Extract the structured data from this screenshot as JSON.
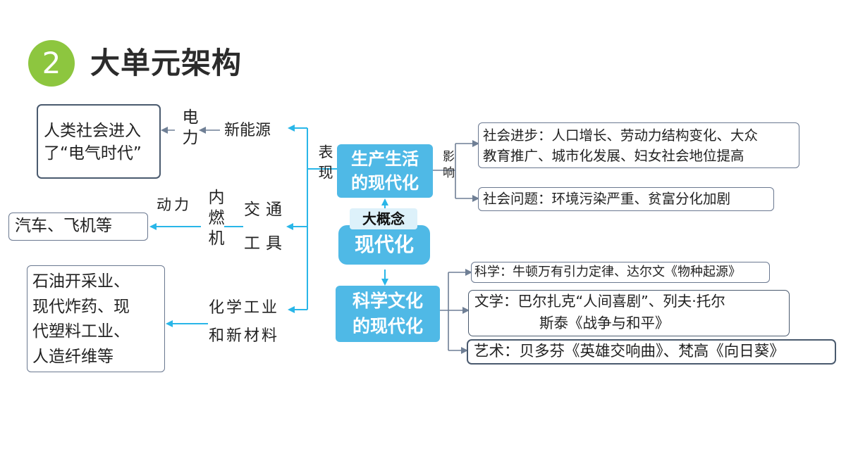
{
  "header": {
    "number": "2",
    "title": "大单元架构"
  },
  "center": {
    "tag": "大概念",
    "concept": "现代化",
    "production": "生产生活\n的现代化",
    "science": "科学文化\n的现代化",
    "biaoxian": "表现",
    "yingxiang": "影响"
  },
  "left": {
    "electric_box": "人类社会进入\n了“电气时代”",
    "electric": "电力",
    "new_energy": "新能源",
    "power": "动力",
    "engine": "内燃机",
    "transport_1": "交通",
    "transport_2": "工具",
    "cars_box": "汽车、飞机等",
    "chem_1": "化学工业",
    "chem_2": "和新材料",
    "chem_box": "石油开采业、\n现代炸药、现\n代塑料工业、\n人造纤维等"
  },
  "right": {
    "progress": "社会进步：人口增长、劳动力结构变化、大众\n教育推广、城市化发展、妇女社会地位提高",
    "problems": "社会问题：环境污染严重、贫富分化加剧",
    "science": "科学：牛顿万有引力定律、达尔文《物种起源》",
    "literature_1": "文学：巴尔扎克“人间喜剧”、列夫·托尔",
    "literature_2": "斯泰《战争与和平》",
    "art": "艺术：贝多芬《英雄交响曲》、梵高《向日葵》"
  },
  "colors": {
    "accent_green": "#8dc63f",
    "node_blue": "#4fb9e6",
    "connector_blue": "#29b6e8",
    "connector_gray": "#6f7f95"
  }
}
